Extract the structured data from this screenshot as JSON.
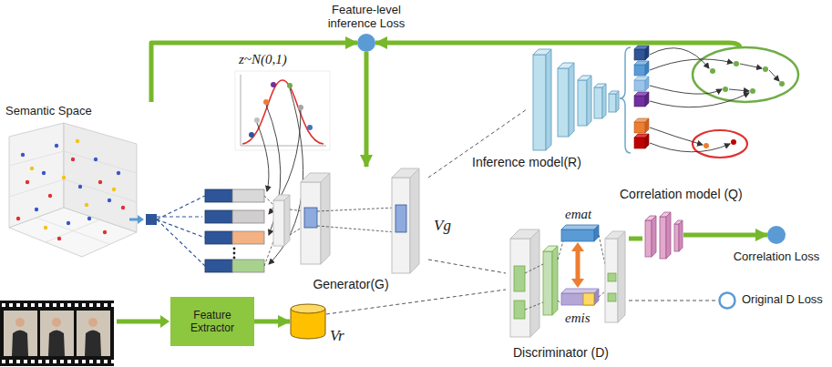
{
  "diagram": {
    "nodes": [
      {
        "text": [
          "Feature-level inference Loss"
        ]
      },
      {
        "text": [
          "Semantic Space"
        ]
      },
      {
        "text": [
          "Generator(G)"
        ]
      },
      {
        "text": [
          "Inference model(R)"
        ]
      },
      {
        "text": [
          "Correlation model (Q)"
        ]
      },
      {
        "text": [
          "Correlation Loss"
        ]
      },
      {
        "text": [
          "Original D Loss"
        ]
      },
      {
        "text": [
          "Discriminator (D)"
        ]
      },
      {
        "text": [
          "Feature Extractor"
        ]
      },
      {
        "text": [
          "Vr"
        ]
      }
    ],
    "edges": [
      {
        "from": 1,
        "to": 0,
        "arrow": "to"
      },
      {
        "from": 3,
        "to": 0,
        "arrow": "to"
      },
      {
        "from": 0,
        "to": 2,
        "arrow": "to"
      },
      {
        "from": 1,
        "to": 2,
        "arrow": "none"
      },
      {
        "from": 2,
        "to": 3,
        "arrow": "none"
      },
      {
        "from": 2,
        "to": 7,
        "arrow": "none"
      },
      {
        "from": 7,
        "to": 4,
        "arrow": "none"
      },
      {
        "from": 4,
        "to": 5,
        "arrow": "to"
      },
      {
        "from": 7,
        "to": 6,
        "arrow": "none"
      },
      {
        "from": 8,
        "to": 9,
        "arrow": "to"
      },
      {
        "from": 9,
        "to": 7,
        "arrow": "none"
      }
    ],
    "labels": [
      "z~N(0,1)",
      "Vg",
      "emat",
      "emis"
    ]
  }
}
